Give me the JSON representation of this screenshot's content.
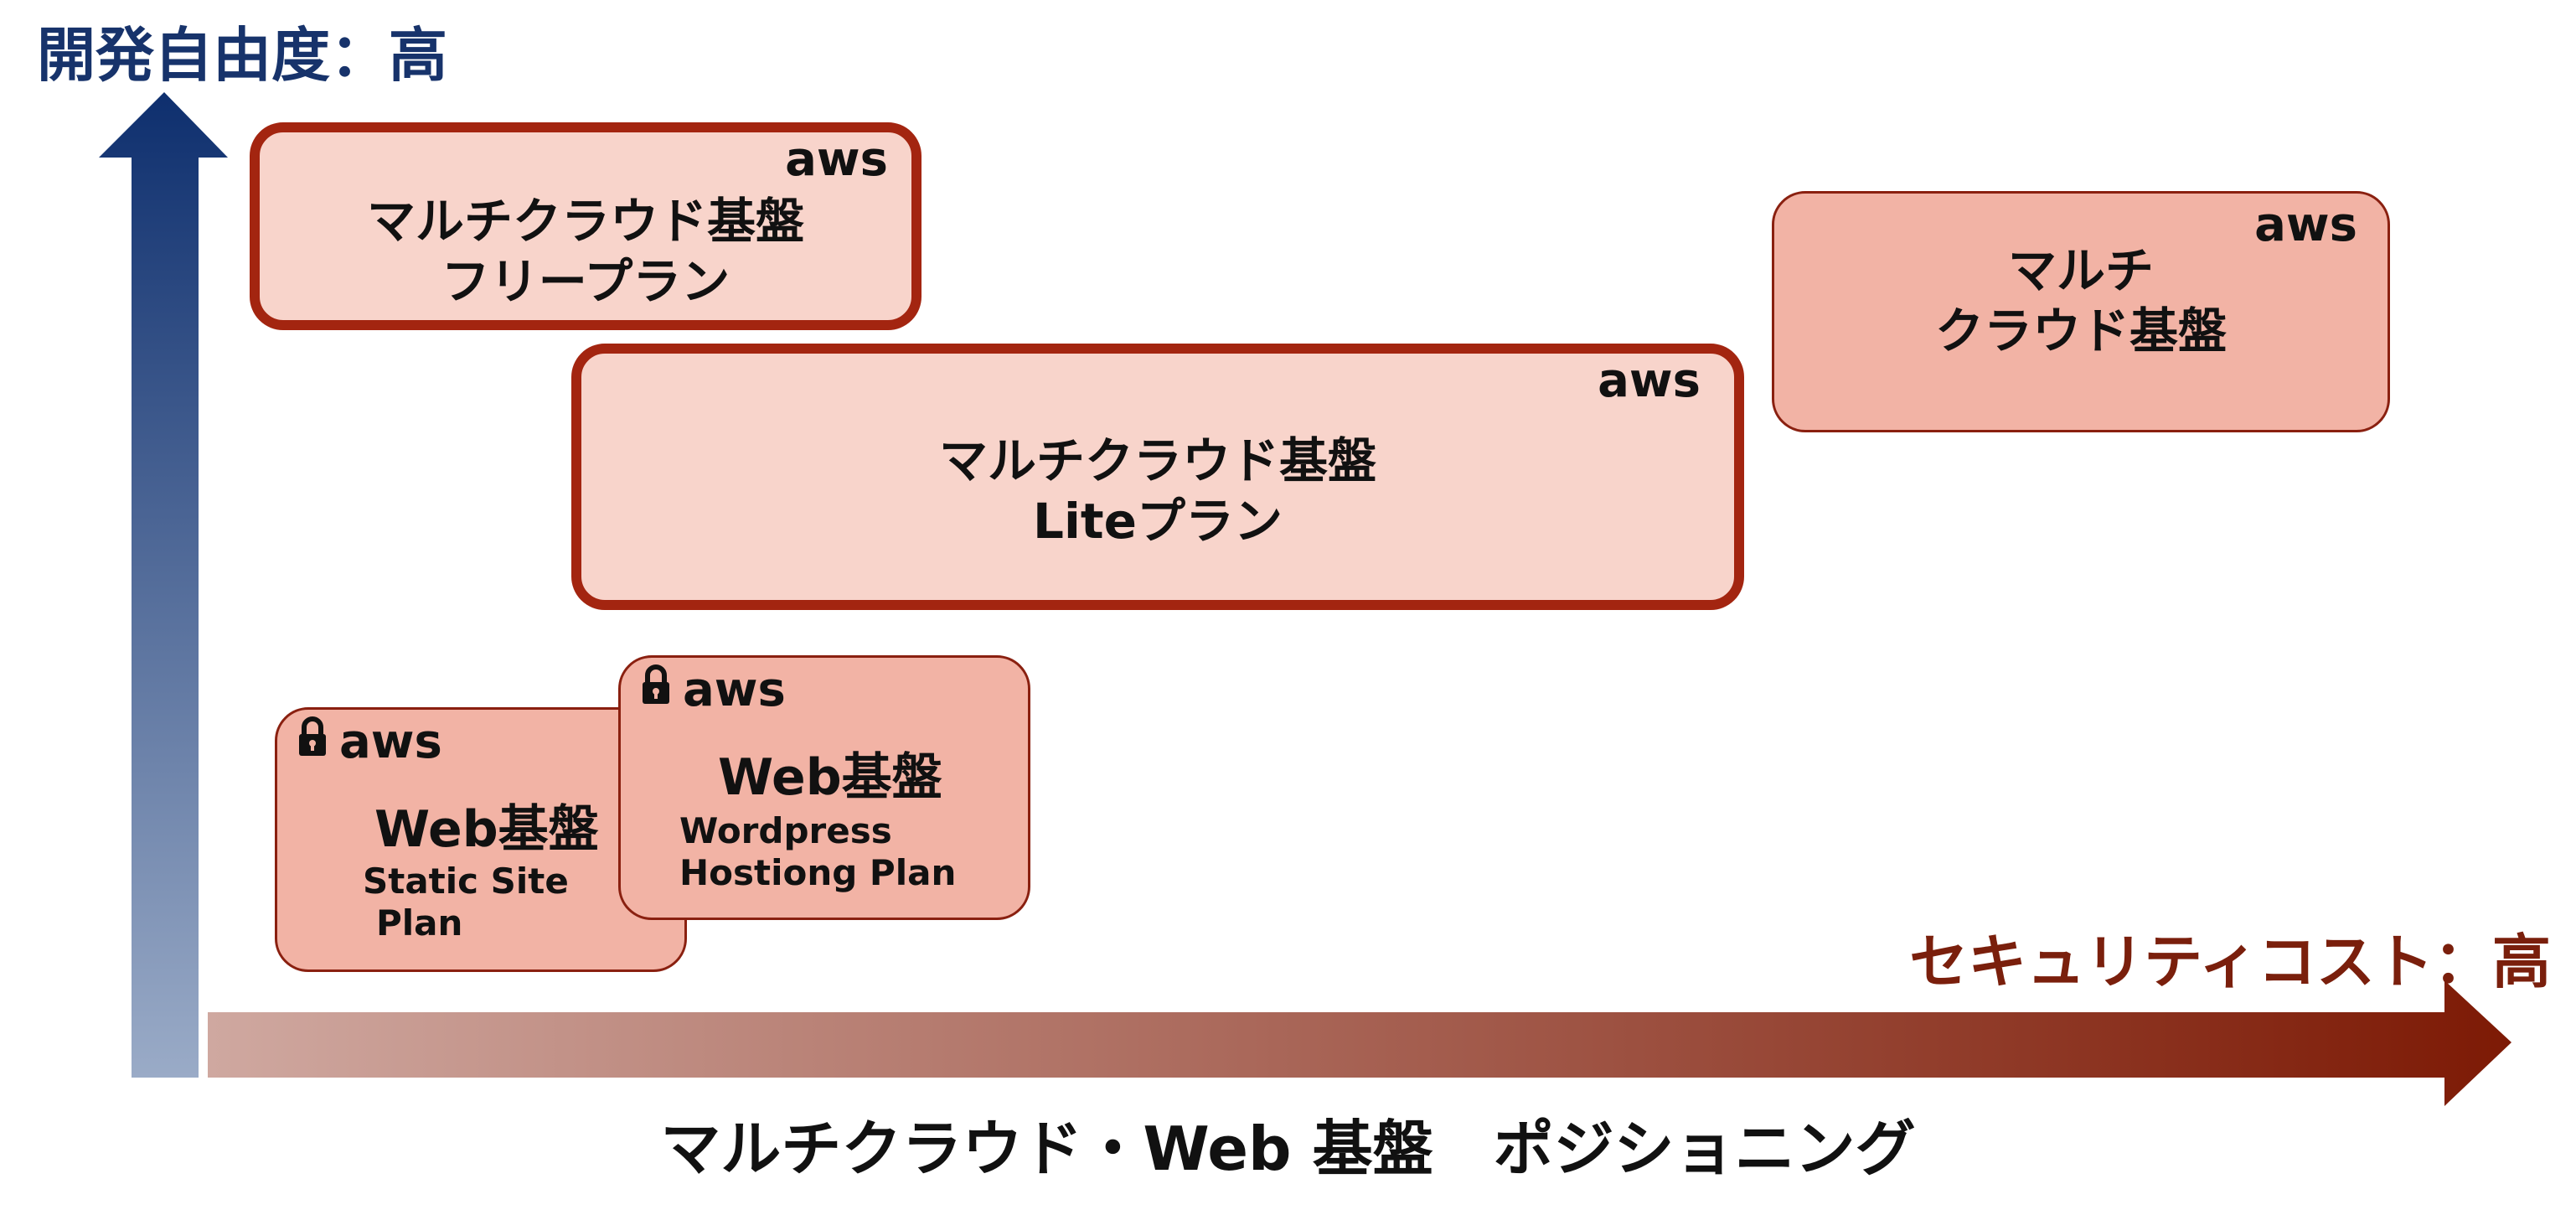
{
  "axes": {
    "y_label": "開発自由度：高",
    "x_label": "セキュリティコスト：高",
    "caption": "マルチクラウド・Web 基盤　ポジショニング"
  },
  "colors": {
    "y_arrow_top": "#0e2f6e",
    "y_arrow_bottom": "#9aabc7",
    "x_arrow_left": "#cfa8a0",
    "x_arrow_right": "#7d1a05",
    "thick_border": "#a32510",
    "light_fill": "#f8d4cb",
    "medium_fill": "#f2b3a5"
  },
  "boxes": {
    "free_plan": {
      "aws": "aws",
      "line1": "マルチクラウド基盤",
      "line2": "フリープラン"
    },
    "lite_plan": {
      "aws": "aws",
      "line1": "マルチクラウド基盤",
      "line2": "Liteプラン"
    },
    "multi_cloud": {
      "aws": "aws",
      "line1": "マルチ",
      "line2": "クラウド基盤"
    },
    "web_static": {
      "aws": "aws",
      "icon": "lock-icon",
      "title": "Web基盤",
      "sub1": "Static Site",
      "sub2": "Plan"
    },
    "web_wordpress": {
      "aws": "aws",
      "icon": "lock-icon",
      "title": "Web基盤",
      "sub1": "Wordpress",
      "sub2": "Hostiong Plan"
    }
  }
}
